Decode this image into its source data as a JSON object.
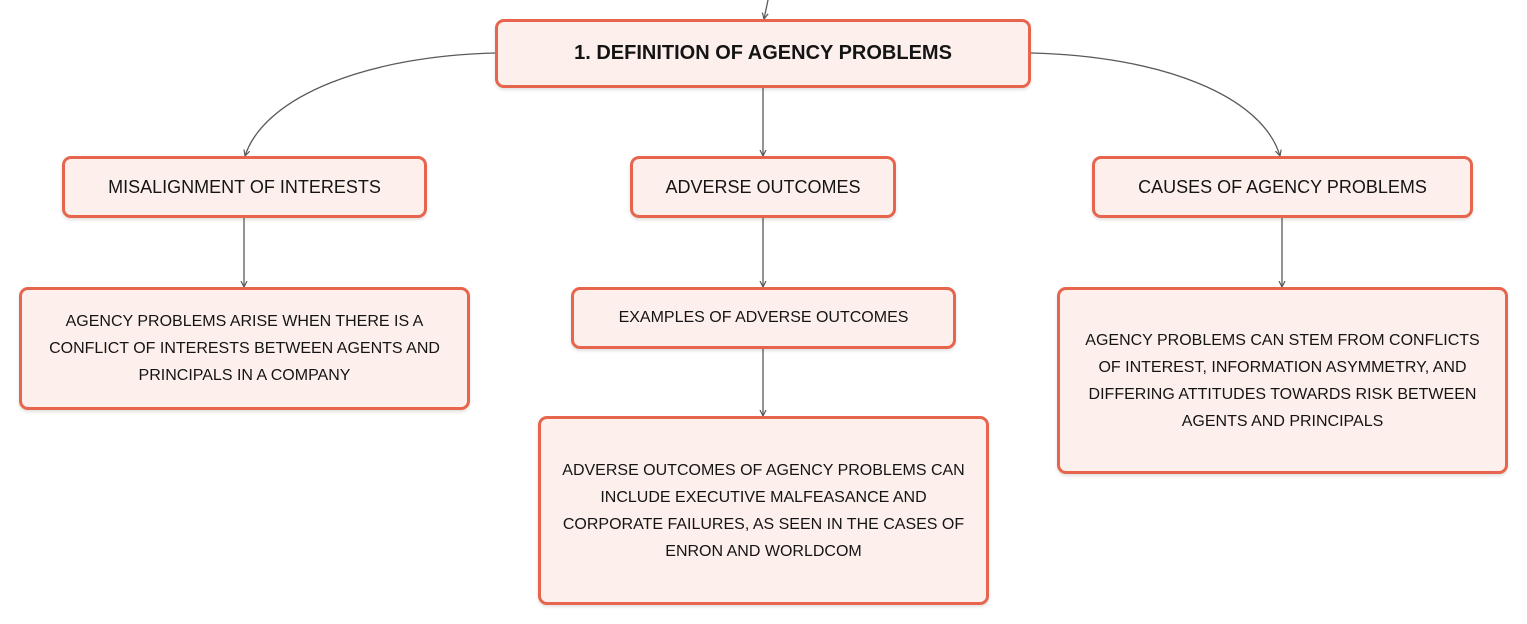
{
  "diagram": {
    "root": {
      "label": "1. DEFINITION OF AGENCY PROBLEMS"
    },
    "branches": [
      {
        "label": "MISALIGNMENT OF INTERESTS",
        "detail": "AGENCY PROBLEMS ARISE WHEN THERE IS A CONFLICT OF INTERESTS BETWEEN AGENTS AND PRINCIPALS IN A COMPANY"
      },
      {
        "label": "ADVERSE OUTCOMES",
        "sub_label": "EXAMPLES OF ADVERSE OUTCOMES",
        "detail": "ADVERSE OUTCOMES OF AGENCY PROBLEMS CAN INCLUDE EXECUTIVE MALFEASANCE AND CORPORATE FAILURES, AS SEEN IN THE CASES OF ENRON AND WORLDCOM"
      },
      {
        "label": "CAUSES OF AGENCY PROBLEMS",
        "detail": "AGENCY PROBLEMS CAN STEM FROM CONFLICTS OF INTEREST, INFORMATION ASYMMETRY, AND DIFFERING ATTITUDES TOWARDS RISK BETWEEN AGENTS AND PRINCIPALS"
      }
    ]
  },
  "colors": {
    "node_border": "#e8654d",
    "node_fill": "#fdf0ec",
    "connector": "#5a5a5a",
    "text": "#141414"
  }
}
